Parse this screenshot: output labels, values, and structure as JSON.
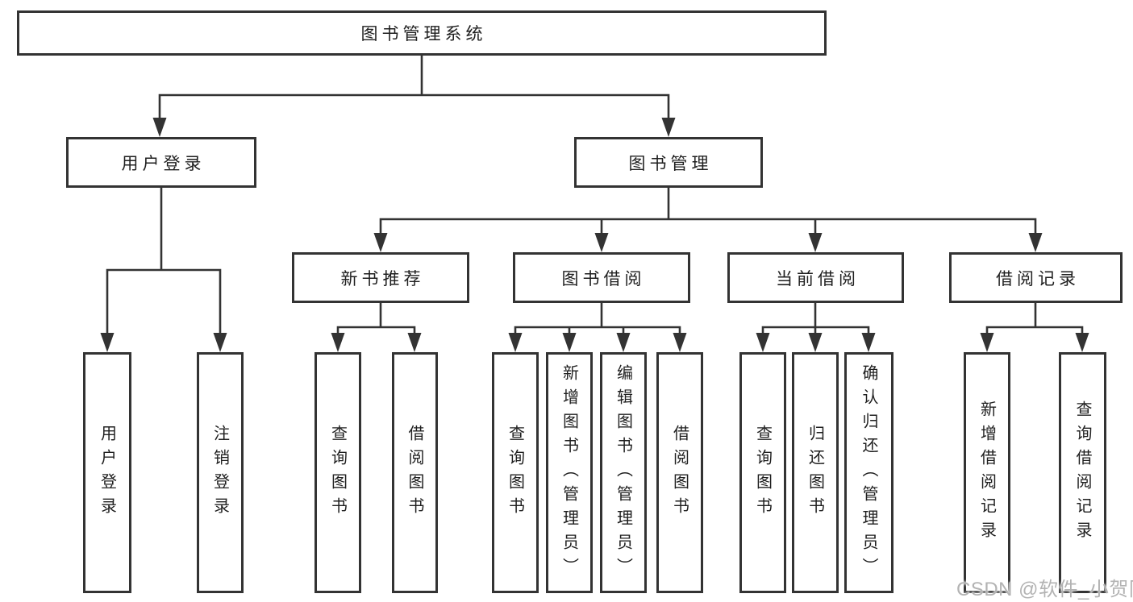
{
  "tree": {
    "root": "图书管理系统",
    "branches": [
      {
        "label": "用户登录",
        "children": [
          "用户登录",
          "注销登录"
        ]
      },
      {
        "label": "图书管理",
        "groups": [
          {
            "label": "新书推荐",
            "children": [
              "查询图书",
              "借阅图书"
            ]
          },
          {
            "label": "图书借阅",
            "children": [
              "查询图书",
              "新增图书（管理员）",
              "编辑图书（管理员）",
              "借阅图书"
            ]
          },
          {
            "label": "当前借阅",
            "children": [
              "查询图书",
              "归还图书",
              "确认归还（管理员）"
            ]
          },
          {
            "label": "借阅记录",
            "children": [
              "新增借阅记录",
              "查询借阅记录"
            ]
          }
        ]
      }
    ]
  },
  "watermark": "CSDN @软件_小贺同学",
  "colors": {
    "line": "#333333",
    "text": "#1f1f1f",
    "background": "#ffffff",
    "watermark": "#b3b3b3"
  }
}
